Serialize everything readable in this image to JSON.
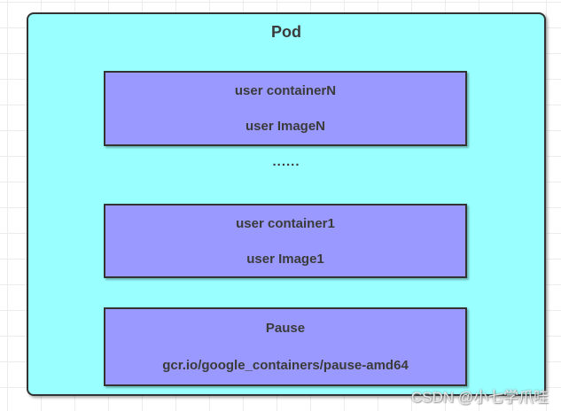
{
  "diagram": {
    "title": "Pod",
    "ellipsis": "......",
    "containers": [
      {
        "name": "user containerN",
        "image": "user ImageN"
      },
      {
        "name": "user container1",
        "image": "user Image1"
      },
      {
        "name": "Pause",
        "image": "gcr.io/google_containers/pause-amd64"
      }
    ]
  },
  "watermark": "CSDN @小七学爪哇",
  "colors": {
    "pod_fill": "#99FFFF",
    "container_fill": "#9999FF",
    "border": "#333333",
    "text": "#3B3B3B",
    "grid_line": "#ECECEC"
  }
}
